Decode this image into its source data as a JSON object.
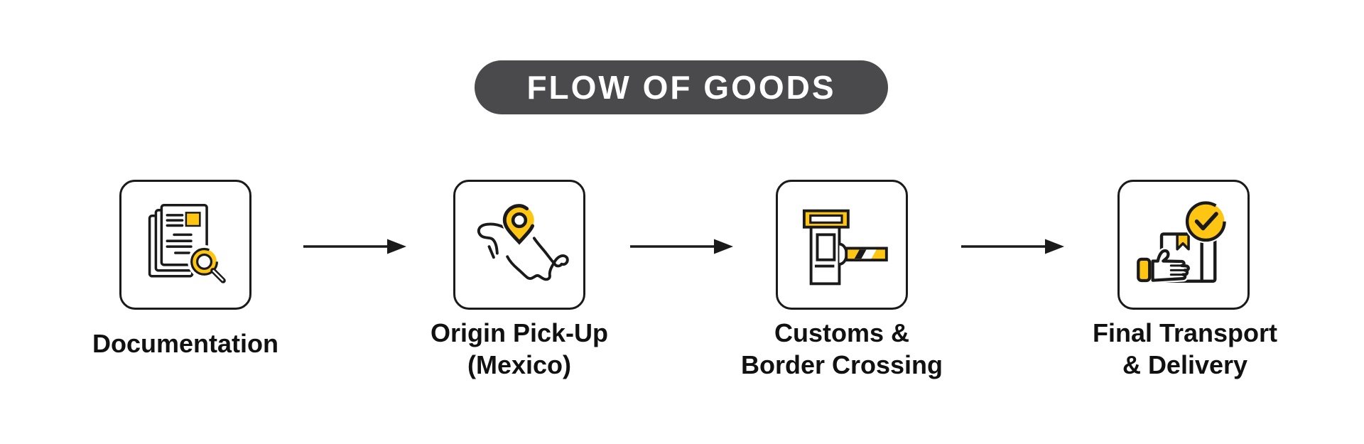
{
  "title": "FLOW OF GOODS",
  "colors": {
    "banner_bg": "#4A4A4C",
    "accent": "#FFC513",
    "line": "#1A1A1A",
    "label_text": "#111111",
    "canvas_bg": "#FFFFFF"
  },
  "steps": [
    {
      "id": "documentation",
      "icon": "document-search-icon",
      "label_lines": [
        "Documentation"
      ]
    },
    {
      "id": "origin-pickup",
      "icon": "mexico-map-location-pin-icon",
      "label_lines": [
        "Origin Pick-Up",
        "(Mexico)"
      ]
    },
    {
      "id": "customs-border",
      "icon": "customs-barrier-gate-icon",
      "label_lines": [
        "Customs &",
        "Border Crossing"
      ]
    },
    {
      "id": "final-delivery",
      "icon": "package-delivered-check-icon",
      "label_lines": [
        "Final Transport",
        "& Delivery"
      ]
    }
  ],
  "arrows": {
    "count": 3,
    "direction": "right",
    "icon": "arrow-right-icon"
  }
}
